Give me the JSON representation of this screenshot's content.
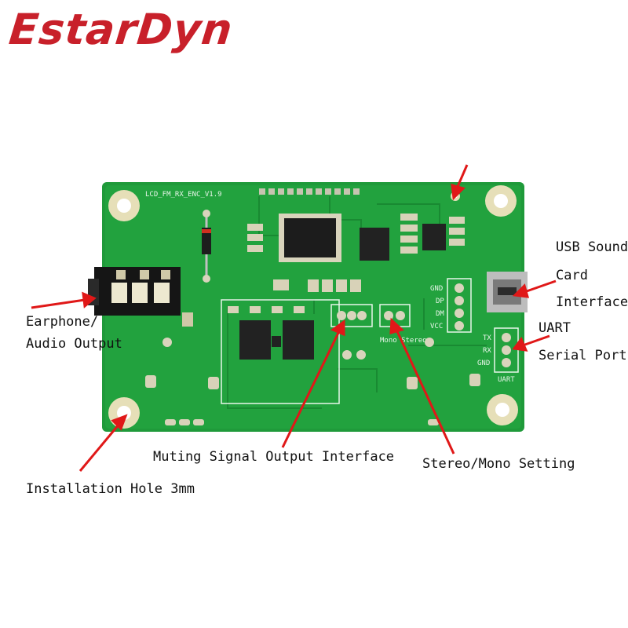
{
  "brand": {
    "text": "EstarDyn",
    "color": "#c8202a"
  },
  "board": {
    "silkscreen_title": "LCD_FM_RX_ENC_V1.9",
    "pin_labels_right": [
      "GND",
      "DP",
      "DM",
      "VCC"
    ],
    "uart_pins": [
      "TX",
      "RX",
      "GND"
    ],
    "uart_tag": "UART",
    "stereo_tag": "Mono Stereo",
    "pcb_color": "#1f9a3a",
    "arrow_color": "#e01818"
  },
  "labels": {
    "usb_line1": "USB Sound",
    "usb_line2": "Card",
    "usb_line3": "Interface",
    "uart_line1": "UART",
    "uart_line2": "Serial Port",
    "earphone_line1": "Earphone/",
    "earphone_line2": "Audio Output",
    "muting": "Muting Signal Output Interface",
    "stereo": "Stereo/Mono Setting",
    "install": "Installation Hole 3mm"
  }
}
